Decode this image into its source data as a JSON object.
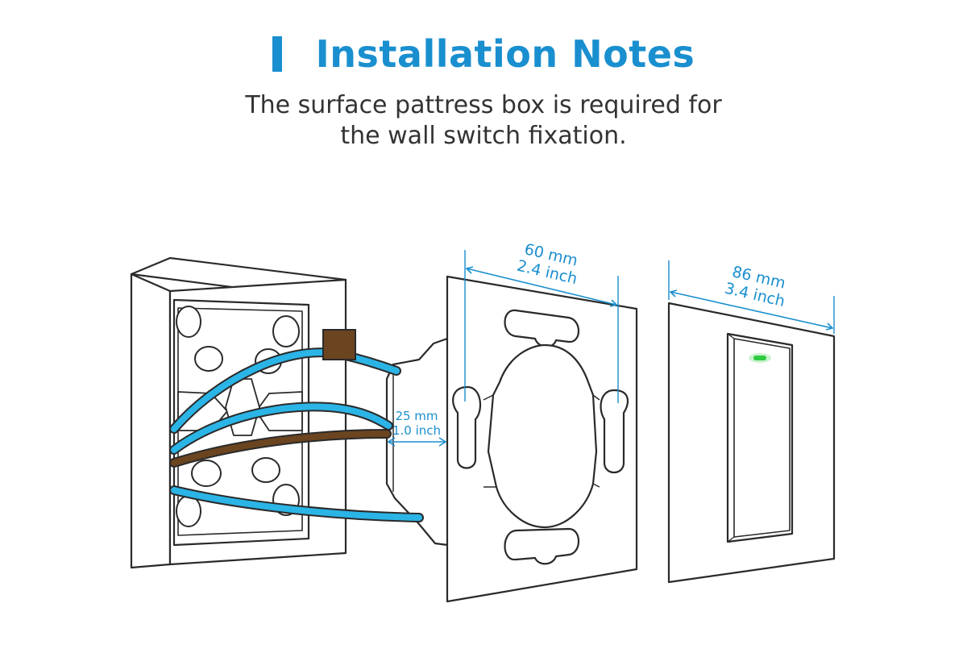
{
  "header": {
    "title": "Installation Notes",
    "subtitle_line1": "The surface pattress box is required for",
    "subtitle_line2": "the wall switch fixation."
  },
  "dimensions": {
    "depth": {
      "mm": "25 mm",
      "inch": "1.0 inch"
    },
    "mounting_width": {
      "mm": "60 mm",
      "inch": "2.4 inch"
    },
    "panel_width": {
      "mm": "86 mm",
      "inch": "3.4 inch"
    }
  },
  "colors": {
    "accent": "#1a8fcf",
    "wire_blue": "#2bb4e6",
    "wire_brown": "#6b4420",
    "outline": "#2a2a2a",
    "led": "#2ecc40"
  },
  "icons": {
    "title_marker": "vertical-bar-icon"
  }
}
